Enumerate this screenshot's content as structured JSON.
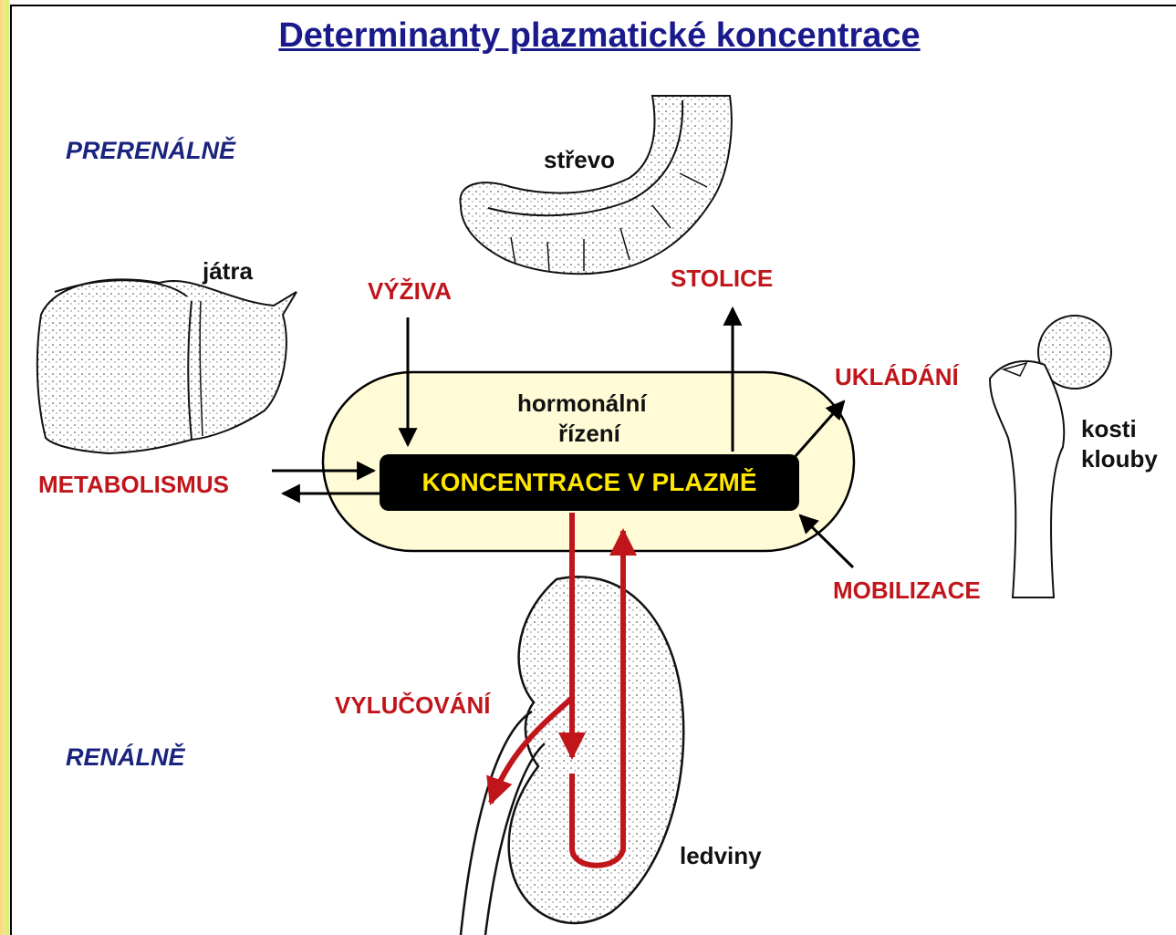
{
  "title": "Determinanty plazmatické koncentrace",
  "sections": {
    "prerenal": "PRERENÁLNĚ",
    "renal": "RENÁLNĚ"
  },
  "organs": {
    "liver": "játra",
    "intestine": "střevo",
    "bone": [
      "kosti",
      "klouby"
    ],
    "kidney": "ledviny"
  },
  "processes": {
    "nutrition": "VÝŽIVA",
    "stool": "STOLICE",
    "storage": "UKLÁDÁNÍ",
    "metabolism": "METABOLISMUS",
    "mobilization": "MOBILIZACE",
    "excretion": "VYLUČOVÁNÍ"
  },
  "center": {
    "regulation": [
      "hormonální",
      "řízení"
    ],
    "concentration": "KONCENTRACE V PLAZMĚ"
  },
  "colors": {
    "title": "#1a1a8c",
    "section": "#1a237e",
    "process": "#c0161b",
    "capsule": "#fffbd6",
    "center_text": "#ffe600",
    "flow_red": "#c0161b"
  }
}
